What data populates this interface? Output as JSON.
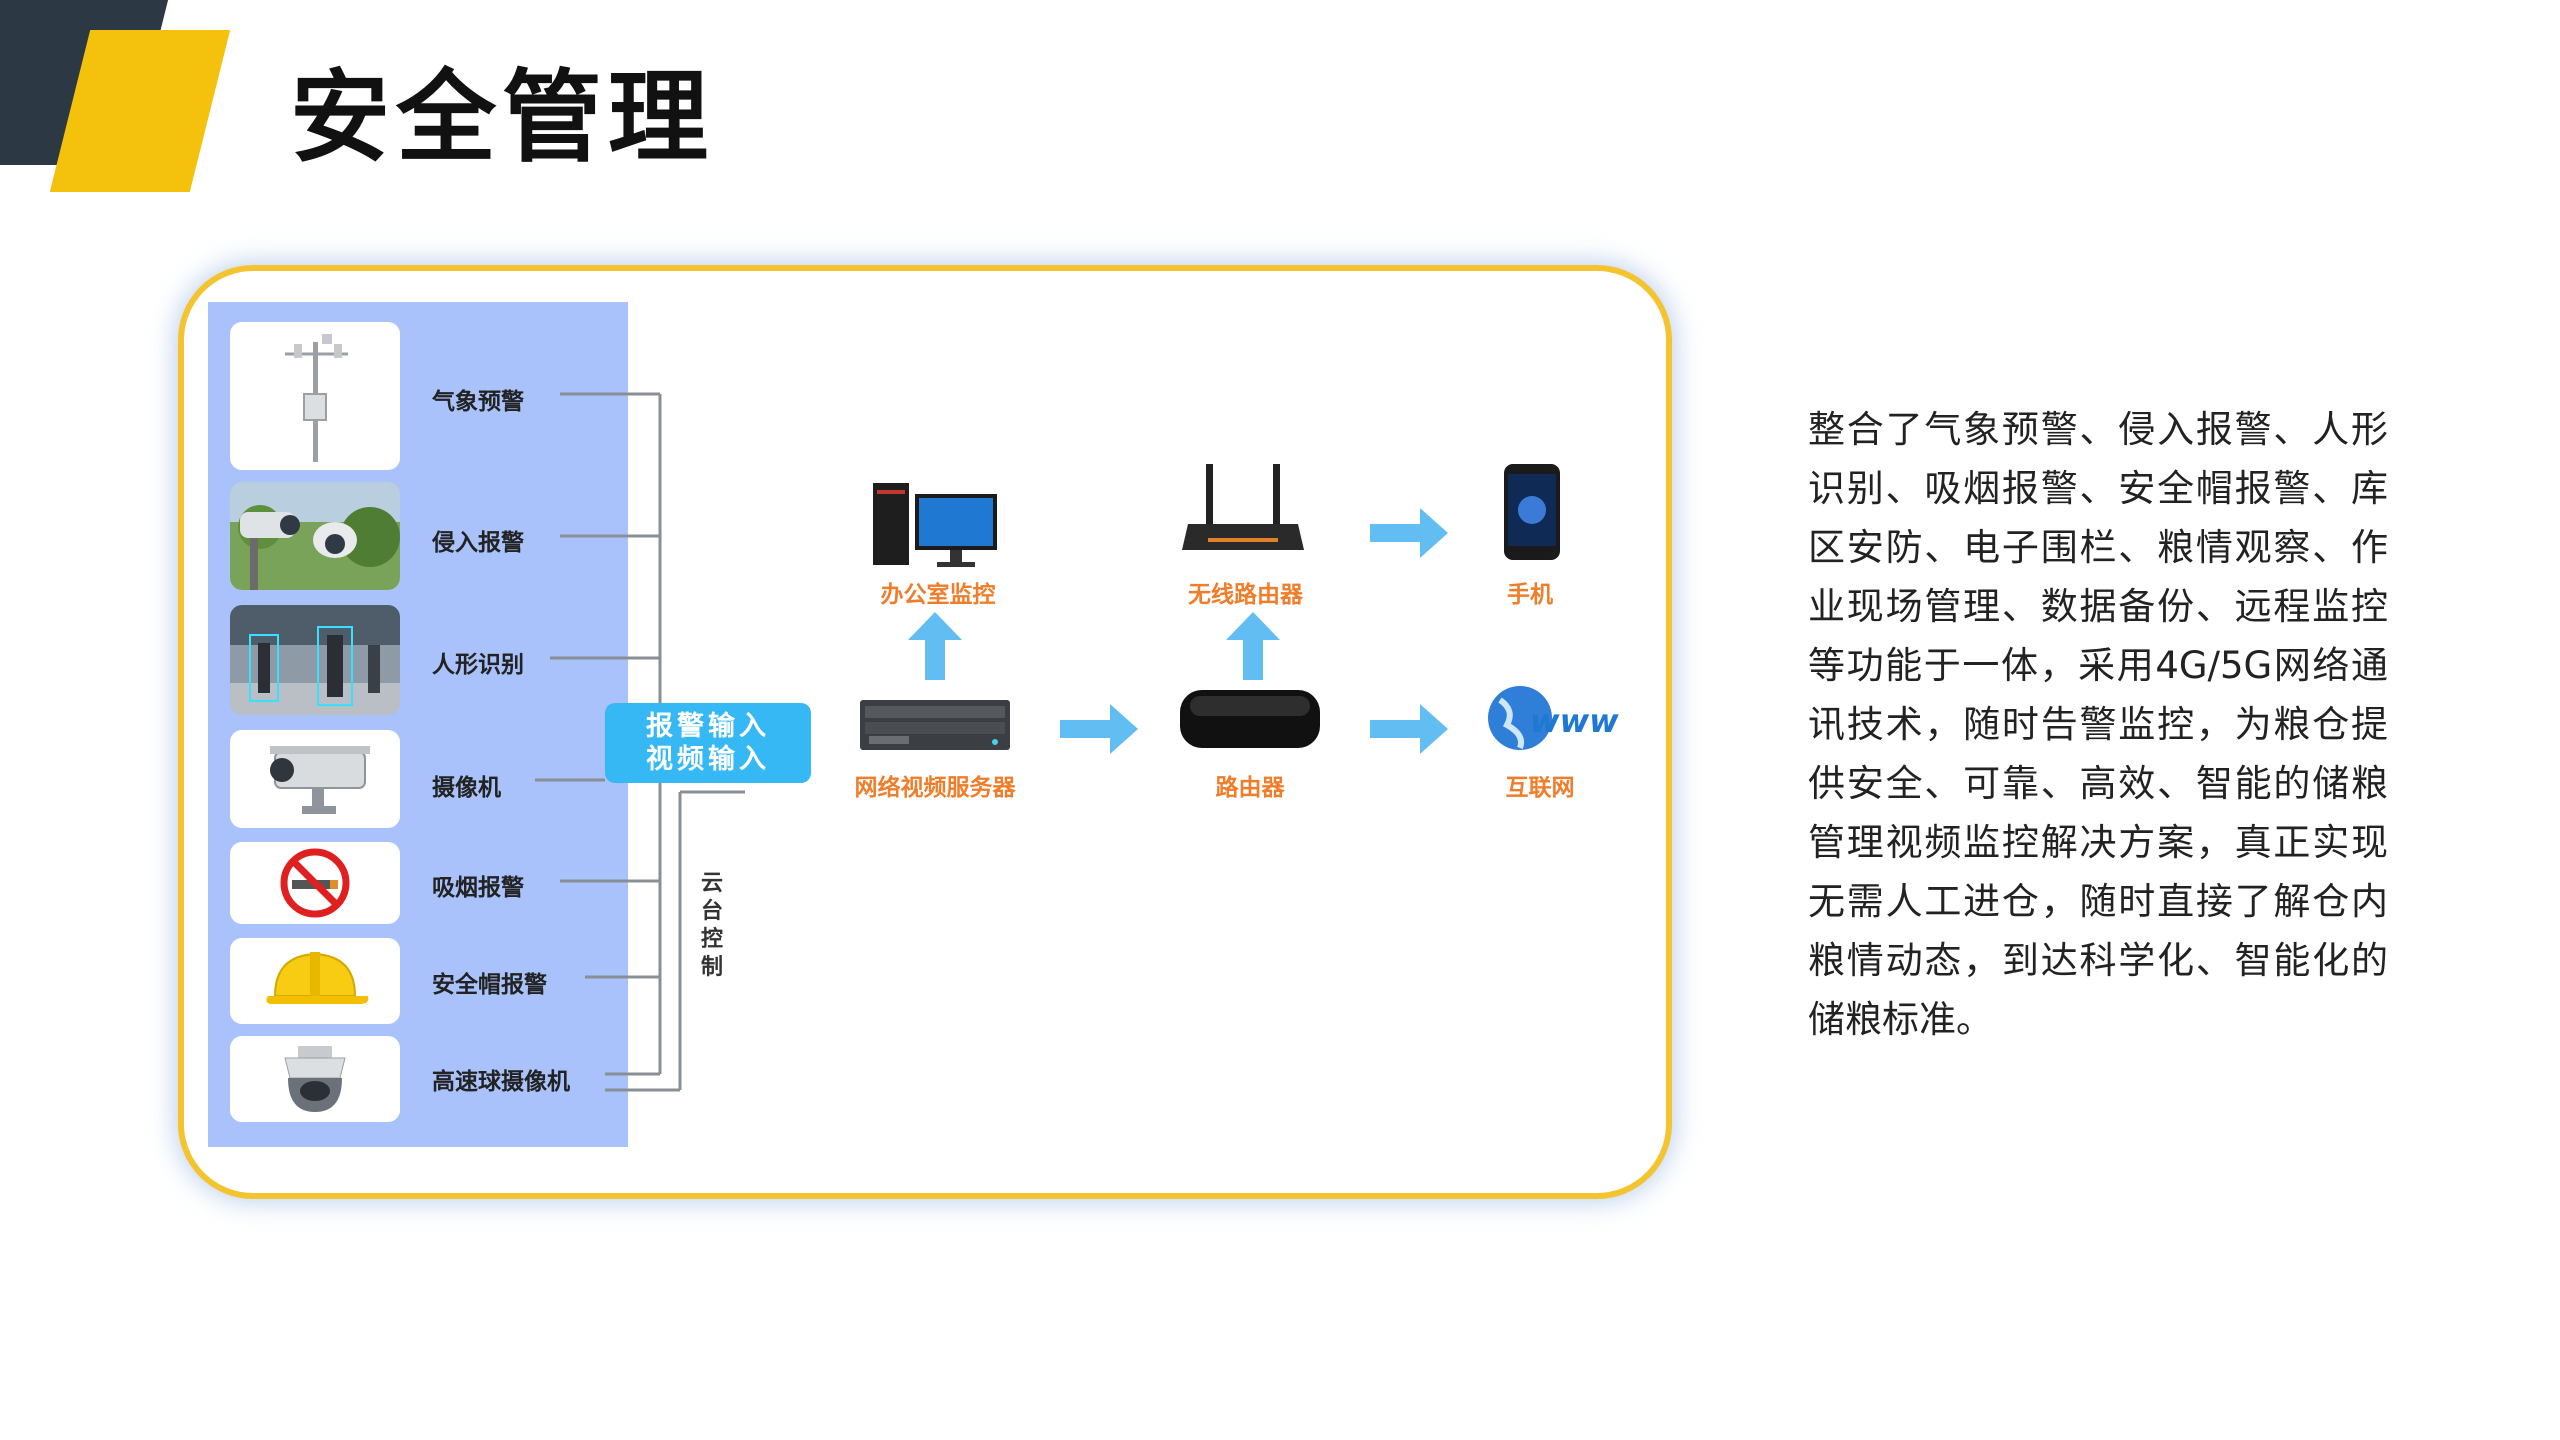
{
  "header": {
    "title": "安全管理"
  },
  "devices": [
    {
      "label": "气象预警",
      "icon": "weather-station-icon"
    },
    {
      "label": "侵入报警",
      "icon": "security-camera-icon"
    },
    {
      "label": "人形识别",
      "icon": "pedestrian-detection-icon"
    },
    {
      "label": "摄像机",
      "icon": "box-camera-icon"
    },
    {
      "label": "吸烟报警",
      "icon": "no-smoking-icon"
    },
    {
      "label": "安全帽报警",
      "icon": "safety-helmet-icon"
    },
    {
      "label": "高速球摄像机",
      "icon": "dome-camera-icon"
    }
  ],
  "badge": {
    "line1": "报警输入",
    "line2": "视频输入"
  },
  "ptz_label": "云台控制",
  "network": {
    "office": "办公室监控",
    "server": "网络视频服务器",
    "wireless_router": "无线路由器",
    "router": "路由器",
    "phone": "手机",
    "internet": "互联网",
    "www_text": "www"
  },
  "description": "整合了气象预警、侵入报警、人形识别、吸烟报警、安全帽报警、库区安防、电子围栏、粮情观察、作业现场管理、数据备份、远程监控等功能于一体，采用4G/5G网络通讯技术，随时告警监控，为粮仓提供安全、可靠、高效、智能的储粮管理视频监控解决方案，真正实现无需人工进仓，随时直接了解仓内粮情动态，到达科学化、智能化的储粮标准。",
  "colors": {
    "accent_yellow": "#f4c430",
    "dark": "#2d3845",
    "panel_blue": "#a9c2fb",
    "badge_blue": "#36b8f5",
    "label_orange": "#f07d2a",
    "arrow_blue": "#62bdf2"
  }
}
